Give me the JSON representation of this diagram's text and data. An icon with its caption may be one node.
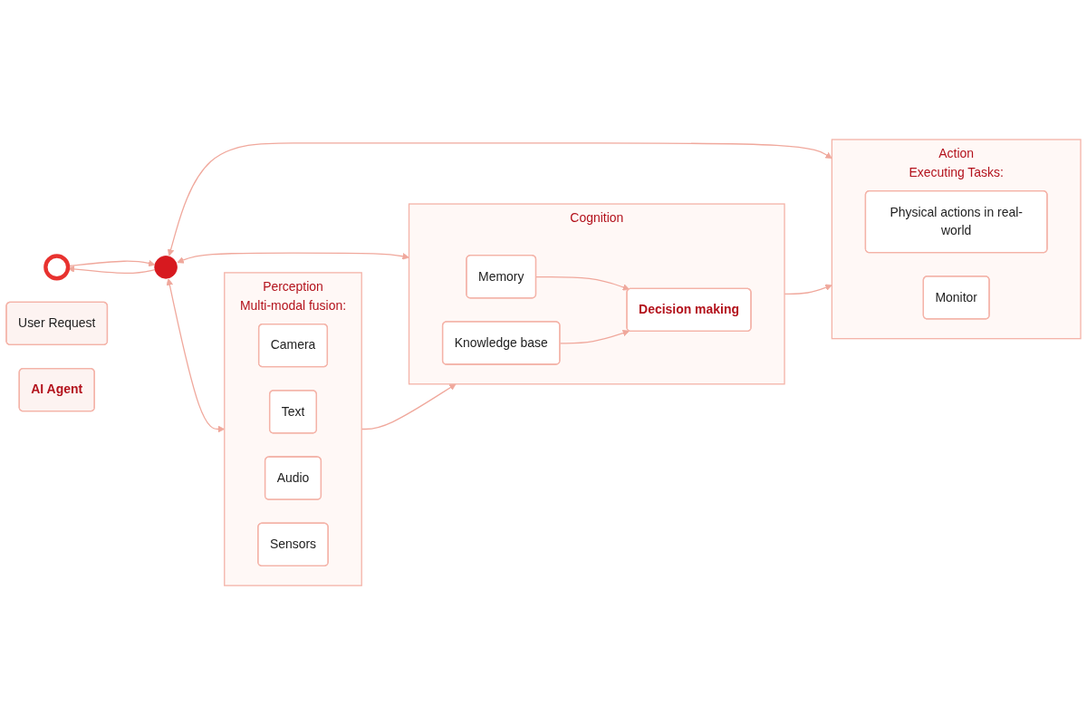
{
  "diagram": {
    "nodes": [
      {
        "text": [],
        "shape": "circle"
      },
      {
        "text": [
          "User Request"
        ]
      },
      {
        "text": [],
        "shape": "circle"
      },
      {
        "text": [
          "AI Agent"
        ]
      },
      {
        "text": [
          "Perception",
          "Multi-modal fusion:"
        ]
      },
      {
        "text": [
          "Camera"
        ],
        "in": 4
      },
      {
        "text": [
          "Text"
        ],
        "in": 4
      },
      {
        "text": [
          "Audio"
        ],
        "in": 4
      },
      {
        "text": [
          "Sensors"
        ],
        "in": 4
      },
      {
        "text": [
          "Cognition"
        ]
      },
      {
        "text": [
          "Memory"
        ],
        "in": 9
      },
      {
        "text": [
          "Knowledge base"
        ],
        "in": 9
      },
      {
        "text": [
          "Decision making"
        ],
        "in": 9
      },
      {
        "text": [
          "Action",
          "Executing Tasks:"
        ]
      },
      {
        "text": [
          "Physical actions in real-world"
        ],
        "in": 13
      },
      {
        "text": [
          "Monitor"
        ],
        "in": 13
      }
    ],
    "edges": [
      {
        "from": 2,
        "to": 0,
        "arrow": "to"
      },
      {
        "from": 0,
        "to": 2,
        "arrow": "to"
      },
      {
        "from": 2,
        "to": 4,
        "arrow": "both"
      },
      {
        "from": 2,
        "to": 9,
        "arrow": "both"
      },
      {
        "from": 2,
        "to": 13,
        "arrow": "both"
      },
      {
        "from": 4,
        "to": 9,
        "arrow": "to"
      },
      {
        "from": 9,
        "to": 13,
        "arrow": "to"
      },
      {
        "from": 10,
        "to": 12,
        "arrow": "to"
      },
      {
        "from": 11,
        "to": 12,
        "arrow": "to"
      }
    ]
  }
}
